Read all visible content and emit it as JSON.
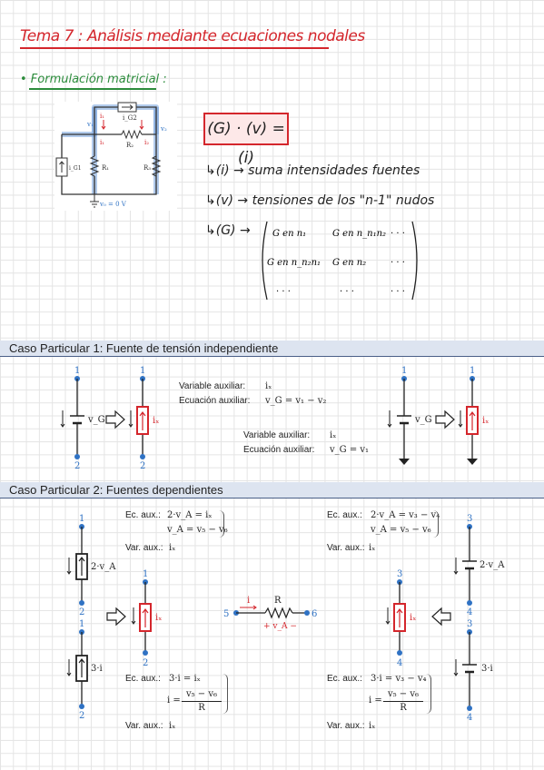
{
  "header": {
    "title": "Tema 7 : Análisis mediante ecuaciones nodales",
    "subtitle": "• Formulación matricial :"
  },
  "top_circuit": {
    "labels": {
      "v1": "v₁",
      "v2": "v₂",
      "iG2": "i_G2",
      "i1": "i₁",
      "i2": "i₂",
      "R2": "R₂",
      "iG1": "i_G1",
      "R1": "R₁",
      "R3": "R₃",
      "ground": "v₀ = 0 V"
    }
  },
  "matrix": {
    "equation": "(G) · (v) = (i)",
    "line_i": "↳(i) → suma intensidades fuentes",
    "line_v": "↳(v) → tensiones de los \"n-1\" nudos",
    "line_g": "↳(G) →",
    "cells": [
      [
        "G en n₁",
        "G en n_n₁n₂",
        "· · ·"
      ],
      [
        "G en n_n₂n₁",
        "G en n₂",
        "· · ·"
      ],
      [
        "· · ·",
        "· · ·",
        "· · ·"
      ]
    ]
  },
  "case1": {
    "heading": "Caso Particular 1: Fuente de tensión independiente",
    "left": {
      "var_label": "Variable auxiliar:",
      "var_value": "iₓ",
      "eq_label": "Ecuación auxiliar:",
      "eq_value": "v_G = v₁ − v₂",
      "node_top": "1",
      "node_bottom": "2",
      "source_label": "v_G",
      "current_label": "iₓ"
    },
    "right": {
      "var_label": "Variable auxiliar:",
      "var_value": "iₓ",
      "eq_label": "Ecuación auxiliar:",
      "eq_value": "v_G = v₁",
      "node_top": "1",
      "source_label": "v_G",
      "current_label": "iₓ"
    }
  },
  "case2": {
    "heading": "Caso Particular 2: Fuentes dependientes",
    "tl": {
      "ec_label": "Ec. aux.:",
      "ec_line1": "2·v_A = iₓ",
      "ec_line2": "v_A = v₅ − v₆",
      "var_label": "Var. aux.:",
      "var_value": "iₓ",
      "source_label": "2·v_A",
      "node_top": "1",
      "node_bottom": "2"
    },
    "tr": {
      "ec_label": "Ec. aux.:",
      "ec_line1": "2·v_A = v₃ − v₄",
      "ec_line2": "v_A = v₅ − v₆",
      "var_label": "Var. aux.:",
      "var_value": "iₓ",
      "source_label": "2·v_A",
      "node_top": "3",
      "node_bottom": "4"
    },
    "center": {
      "node_left": "5",
      "node_right": "6",
      "i_label": "i",
      "r_label": "R",
      "v_label": "+ v_A −"
    },
    "bl": {
      "ec_label": "Ec. aux.:",
      "ec_line1": "3·i = iₓ",
      "ec_line2_lhs": "i =",
      "ec_num": "v₅ − v₆",
      "ec_den": "R",
      "var_label": "Var. aux.:",
      "var_value": "iₓ",
      "source_label": "3·i",
      "node_top": "1",
      "node_bottom": "2"
    },
    "br": {
      "ec_label": "Ec. aux.:",
      "ec_line1": "3·i = v₃ − v₄",
      "ec_line2_lhs": "i =",
      "ec_num": "v₅ − v₆",
      "ec_den": "R",
      "var_label": "Var. aux.:",
      "var_value": "iₓ",
      "source_label": "3·i",
      "node_top": "3",
      "node_bottom": "4"
    },
    "mid_left": {
      "node_top": "1",
      "node_bottom": "2",
      "current_label": "iₓ"
    },
    "mid_right": {
      "node_top": "3",
      "node_bottom": "4",
      "current_label": "iₓ"
    }
  },
  "colors": {
    "title_red": "#d4262c",
    "subtitle_green": "#2c8c3c",
    "node_blue": "#2f72c4",
    "section_bg": "#dde4f0"
  }
}
